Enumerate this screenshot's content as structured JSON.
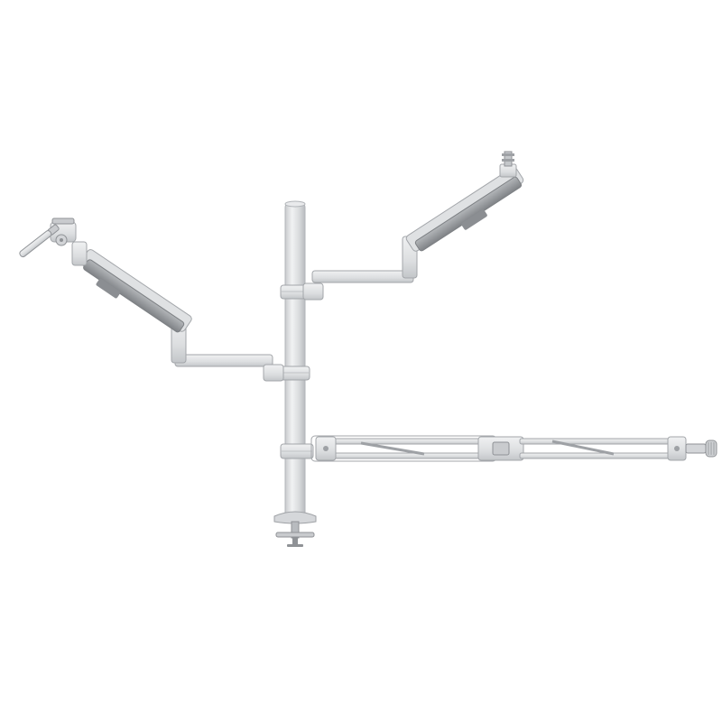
{
  "image": {
    "subject": "desk-mount-pole-with-multiple-arms",
    "background_color": "#ffffff"
  },
  "colors": {
    "silver_light": "#e6e7e9",
    "silver_mid": "#cfd1d4",
    "silver_shadow": "#b4b7bb",
    "gas_spring_dark": "#8d9094",
    "gas_spring_mid": "#a7aaae",
    "outline": "#9ea1a5"
  },
  "components": {
    "pole": "center-vertical-pole",
    "clamp": "desk-clamp-base",
    "arm_left": "left-gas-spring-arm-with-camera-mount",
    "arm_right": "right-gas-spring-arm-with-pin-mount",
    "arm_lower": "lower-extension-truss-arm-with-knob"
  }
}
